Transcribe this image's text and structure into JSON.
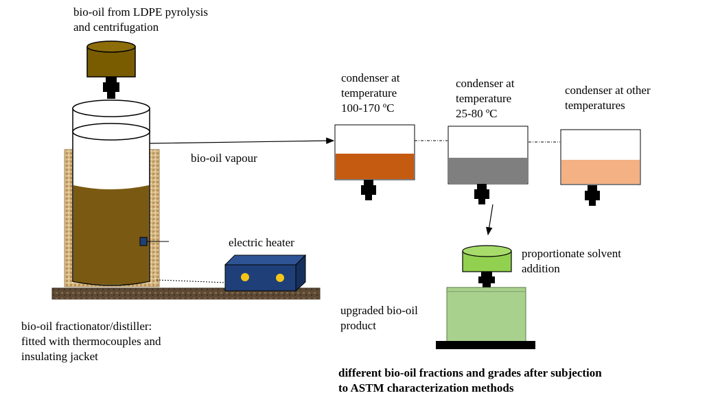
{
  "labels": {
    "feed": "bio-oil from LDPE pyrolysis\nand centrifugation",
    "vapour": "bio-oil vapour",
    "condenser1": "condenser at\ntemperature\n100-170 ºC",
    "condenser2": "condenser at\ntemperature\n25-80 ºC",
    "condenser3": "condenser at other\ntemperatures",
    "heater": "electric heater",
    "solvent": "proportionate solvent\naddition",
    "product": "upgraded bio-oil\nproduct",
    "fractionator": "bio-oil fractionator/distiller:\nfitted with thermocouples and\ninsulating jacket",
    "caption": "different bio-oil fractions and grades after subjection\nto ASTM characterization methods"
  },
  "colors": {
    "feed_container": "#7a5c00",
    "distiller_liquid": "#7a5a12",
    "jacket": "#d9bb86",
    "base": "#5e4a34",
    "heater": "#1f3f78",
    "heater_lights": "#f5c518",
    "fraction_1": "#c55a11",
    "fraction_2": "#7f7f7f",
    "fraction_3": "#f4b183",
    "solvent_container": "#92d050",
    "product": "#a9d18e"
  }
}
